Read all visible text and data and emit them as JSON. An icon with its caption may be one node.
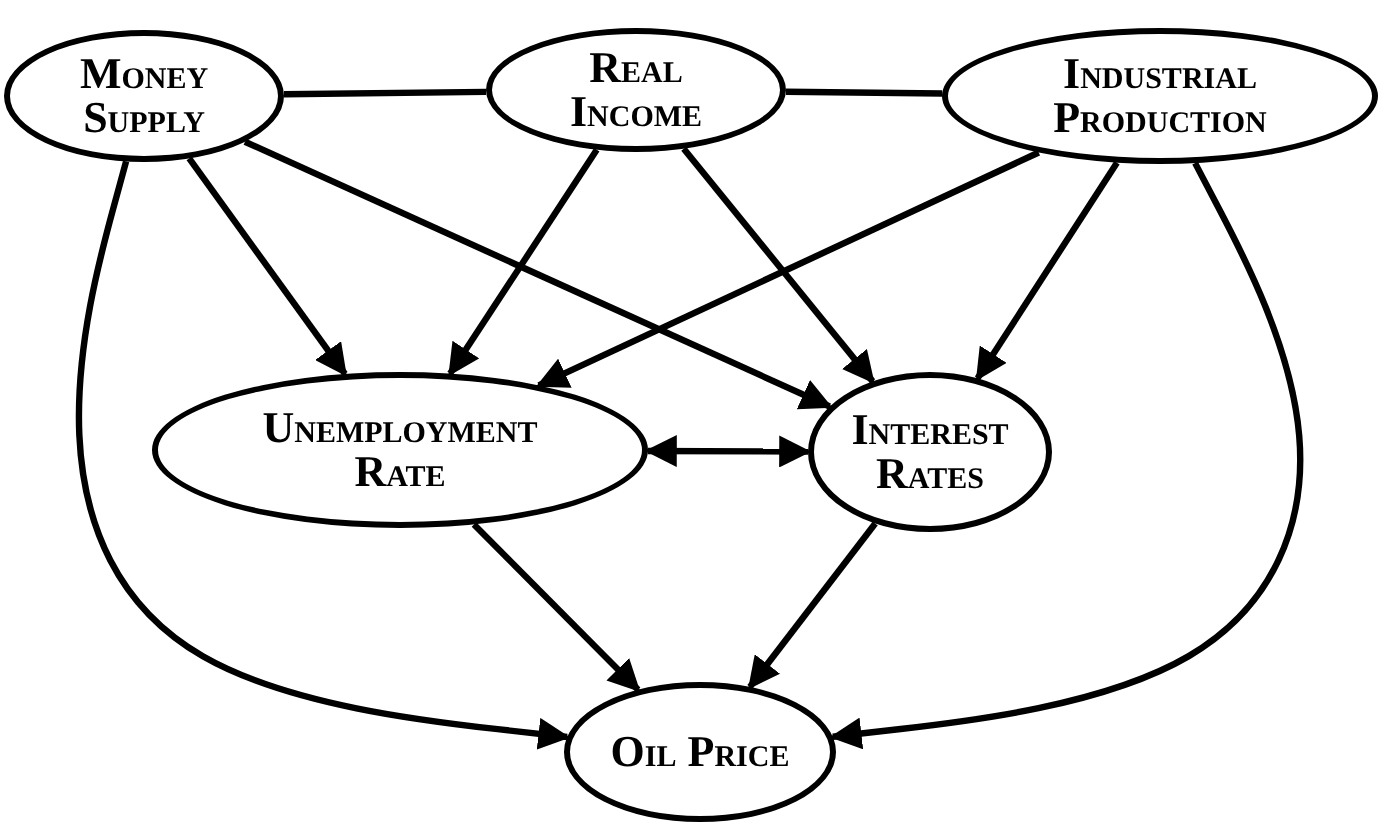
{
  "diagram": {
    "nodes": [
      {
        "text": [
          "Money Supply"
        ]
      },
      {
        "text": [
          "Real Income"
        ]
      },
      {
        "text": [
          "Industrial Production"
        ]
      },
      {
        "text": [
          "Unemployment Rate"
        ]
      },
      {
        "text": [
          "Interest Rates"
        ]
      },
      {
        "text": [
          "Oil Price"
        ]
      }
    ],
    "edges": [
      {
        "from": 0,
        "to": 1,
        "arrow": "none"
      },
      {
        "from": 1,
        "to": 2,
        "arrow": "none"
      },
      {
        "from": 0,
        "to": 3,
        "arrow": "to"
      },
      {
        "from": 0,
        "to": 4,
        "arrow": "to"
      },
      {
        "from": 1,
        "to": 3,
        "arrow": "to"
      },
      {
        "from": 1,
        "to": 4,
        "arrow": "to"
      },
      {
        "from": 2,
        "to": 3,
        "arrow": "to"
      },
      {
        "from": 2,
        "to": 4,
        "arrow": "to"
      },
      {
        "from": 3,
        "to": 4,
        "arrow": "both"
      },
      {
        "from": 3,
        "to": 5,
        "arrow": "to"
      },
      {
        "from": 4,
        "to": 5,
        "arrow": "to"
      },
      {
        "from": 0,
        "to": 5,
        "arrow": "to"
      },
      {
        "from": 2,
        "to": 5,
        "arrow": "to"
      }
    ]
  }
}
